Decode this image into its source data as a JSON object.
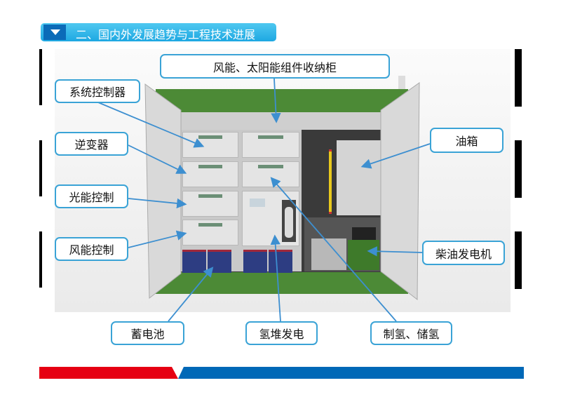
{
  "header": {
    "title": "二、国内外发展趋势与工程技术进展",
    "icon": "dropdown-triangle-icon"
  },
  "labels": {
    "storage": "风能、太阳能组件收纳柜",
    "system_controller": "系统控制器",
    "inverter": "逆变器",
    "solar_controller": "光能控制",
    "wind_controller": "风能控制",
    "oil_tank": "油箱",
    "diesel_generator": "柴油发电机",
    "battery": "蓄电池",
    "hydrogen_stack": "氢堆发电",
    "hydrogen_production": "制氢、储氢"
  },
  "colors": {
    "accent": "#3aa3d6",
    "red": "#e60012",
    "blue": "#0068b7",
    "container_green": "#4c8a36"
  }
}
